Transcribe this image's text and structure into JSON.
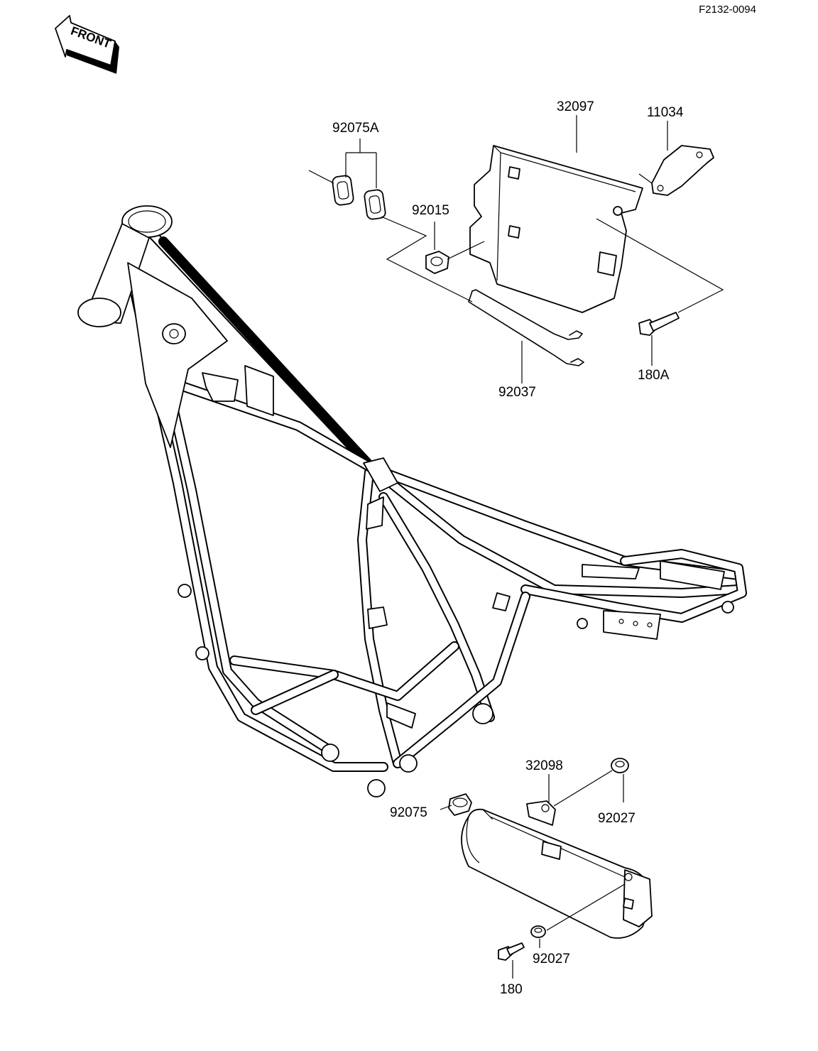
{
  "figure_code": "F2132-0094",
  "front_badge": "FRONT",
  "part_labels": {
    "p92075A": "92075A",
    "p32097": "32097",
    "p11034": "11034",
    "p92015": "92015",
    "p92037": "92037",
    "p180A": "180A",
    "p32098": "32098",
    "p92027_top": "92027",
    "p92075": "92075",
    "p92027_bottom": "92027",
    "p180": "180"
  }
}
